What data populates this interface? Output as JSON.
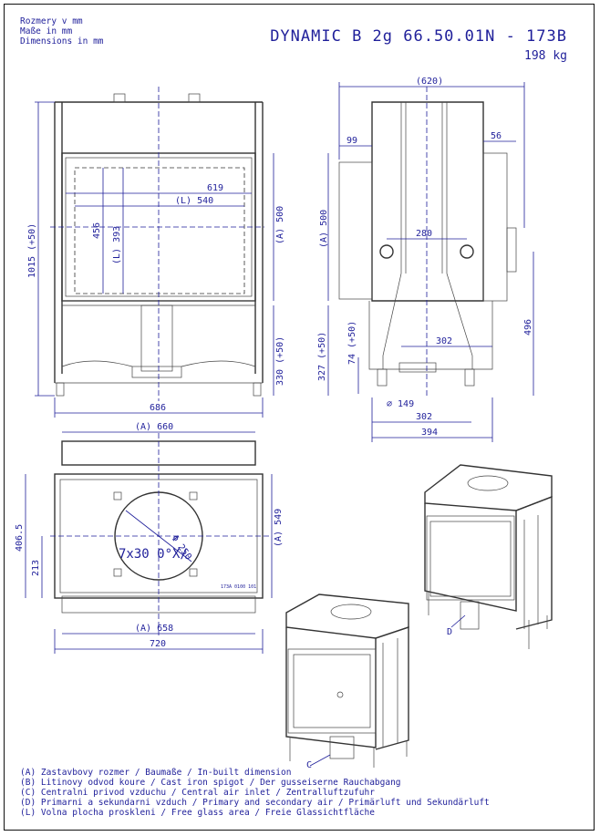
{
  "header": {
    "units": [
      "Rozmery v mm",
      "Maße in mm",
      "Dimensions in mm"
    ],
    "title": "DYNAMIC B 2g 66.50.01N - 173B",
    "weight": "198 kg"
  },
  "front_view": {
    "height_total": "1015 (+50)",
    "opening_width": "619",
    "glass_width": "(L) 540",
    "glass_height": "(L) 393",
    "opening_height": "456",
    "inbuilt_height": "(A) 500",
    "base_height": "330 (+50)",
    "width_total": "686"
  },
  "side_view": {
    "depth_total": "(620)",
    "left_offset": "99",
    "right_offset": "56",
    "inbuilt_height": "(A) 500",
    "inlet_spacing": "280",
    "height_496": "496",
    "base_height": "327 (+50)",
    "leg_height": "74 (+50)",
    "width_302_upper": "302",
    "inlet_diameter": "∅ 149",
    "width_302_lower": "302",
    "width_394": "394"
  },
  "top_view": {
    "inbuilt_width_top": "(A) 660",
    "height_406": "406.5",
    "height_213": "213",
    "inbuilt_depth": "(A) 549",
    "bolt_pattern": "7x30 0°X/",
    "flue_diameter": "Φ 250",
    "label_plate": "173A 0100 101",
    "inbuilt_width_bottom": "(A) 658",
    "width_total": "720"
  },
  "callouts": {
    "c": "C",
    "d": "D"
  },
  "legend": [
    "(A)  Zastavbovy rozmer / Baumaße / In-built dimension",
    "(B)  Litinovy odvod koure / Cast iron spigot / Der gusseiserne Rauchabgang",
    "(C)  Centralni privod vzduchu / Central air inlet / Zentralluftzufuhr",
    "(D)  Primarni a sekundarni vzduch / Primary and secondary air / Primärluft und Sekundärluft",
    "(L)  Volna plocha proskleni / Free glass area / Freie Glassichtfläche"
  ]
}
